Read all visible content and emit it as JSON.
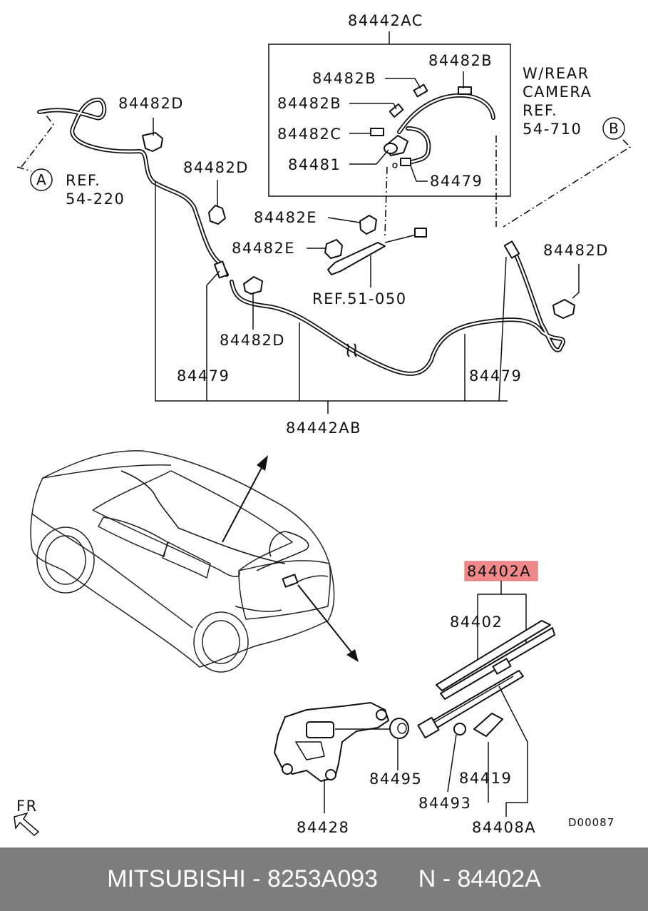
{
  "labels": {
    "hose_front_assy": "84442AC",
    "hose_rear_assy": "84442AB",
    "w_rear_camera": "W/REAR",
    "camera": "CAMERA",
    "ref_camera": "REF.",
    "ref_camera_num": "54-710",
    "ref_a": "REF.",
    "ref_a_num": "54-220",
    "ref_51": "REF.51-050",
    "clip_b1": "84482B",
    "clip_b2": "84482B",
    "clip_b3": "84482B",
    "clip_c": "84482C",
    "nozzle": "84481",
    "joint_top": "84479",
    "joint_left": "84479",
    "joint_right": "84479",
    "clip_d1": "84482D",
    "clip_d2": "84482D",
    "clip_d3": "84482D",
    "clip_d4": "84482D",
    "clip_e1": "84482E",
    "clip_e2": "84482E",
    "blade_assy": "84402A",
    "blade": "84402",
    "cap_nut": "84495",
    "nut": "84493",
    "cover": "84419",
    "arm_assy": "84408A",
    "motor": "84428",
    "diagram_code": "D00087",
    "fr": "FR",
    "circle_a": "A",
    "circle_b": "B"
  },
  "footer": {
    "text": "MITSUBISHI - 8253A093      N - 84402A"
  },
  "colors": {
    "highlight": "#f08a8a",
    "footer_bg": "#7d7d7d",
    "footer_text": "#ffffff"
  }
}
